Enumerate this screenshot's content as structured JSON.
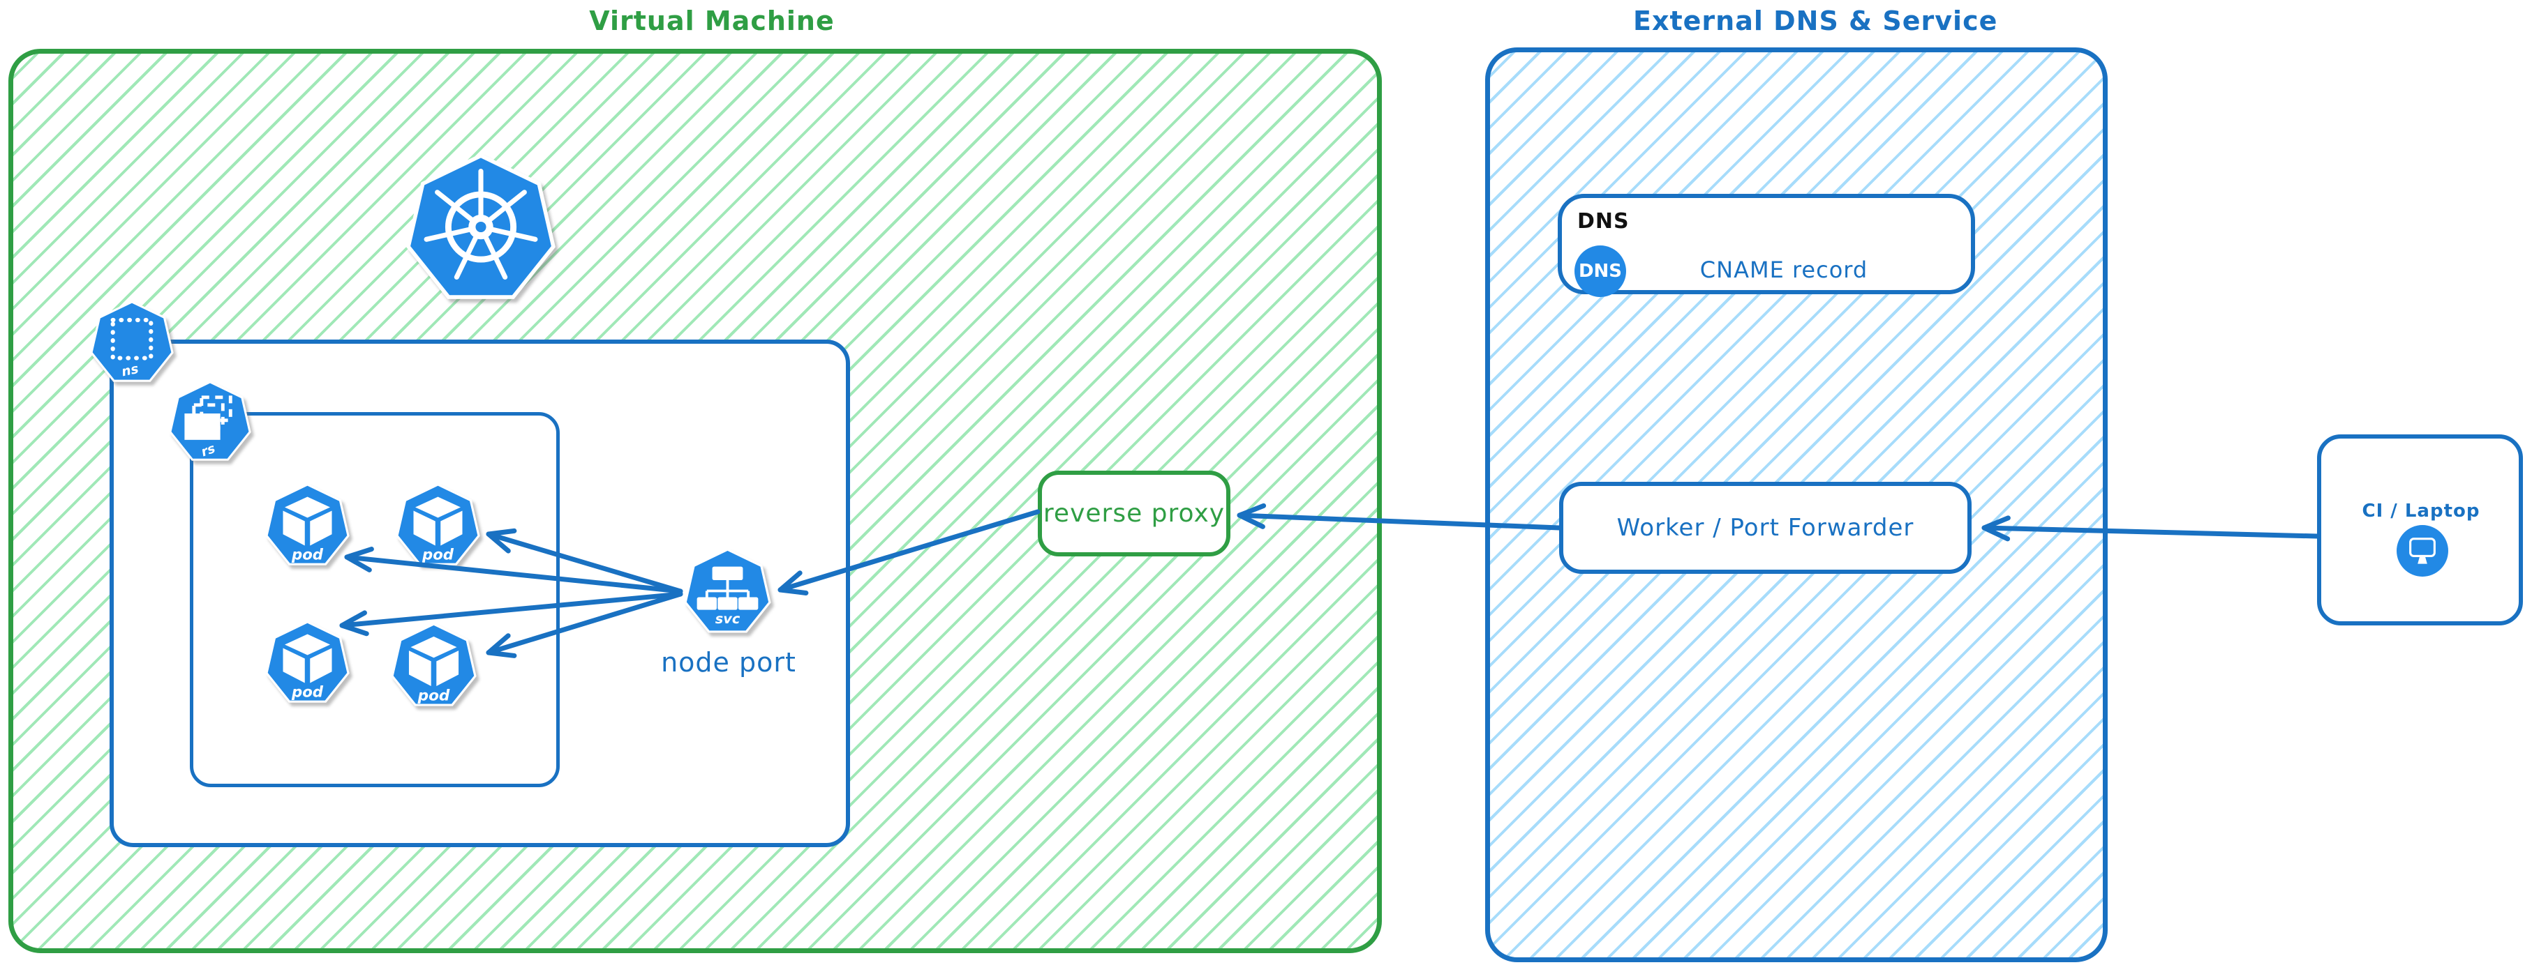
{
  "colors": {
    "green": "#2f9e44",
    "green_hatch": "#a0e8b7",
    "blue": "#1971c2",
    "blue_hatch": "#a7dcfb",
    "icon_blue": "#2289e5",
    "dark_text": "#111111"
  },
  "vm": {
    "title": "Virtual Machine",
    "namespace_icon_label": "ns",
    "replicaset_icon_label": "rs",
    "pod_labels": [
      "pod",
      "pod",
      "pod",
      "pod"
    ],
    "service_icon_label": "svc",
    "service_caption": "node port",
    "reverse_proxy_label": "reverse proxy"
  },
  "external": {
    "title": "External DNS & Service",
    "dns_tag": "DNS",
    "dns_badge": "DNS",
    "cname_label": "CNAME record",
    "worker_label": "Worker / Port Forwarder"
  },
  "client": {
    "label": "CI / Laptop"
  }
}
